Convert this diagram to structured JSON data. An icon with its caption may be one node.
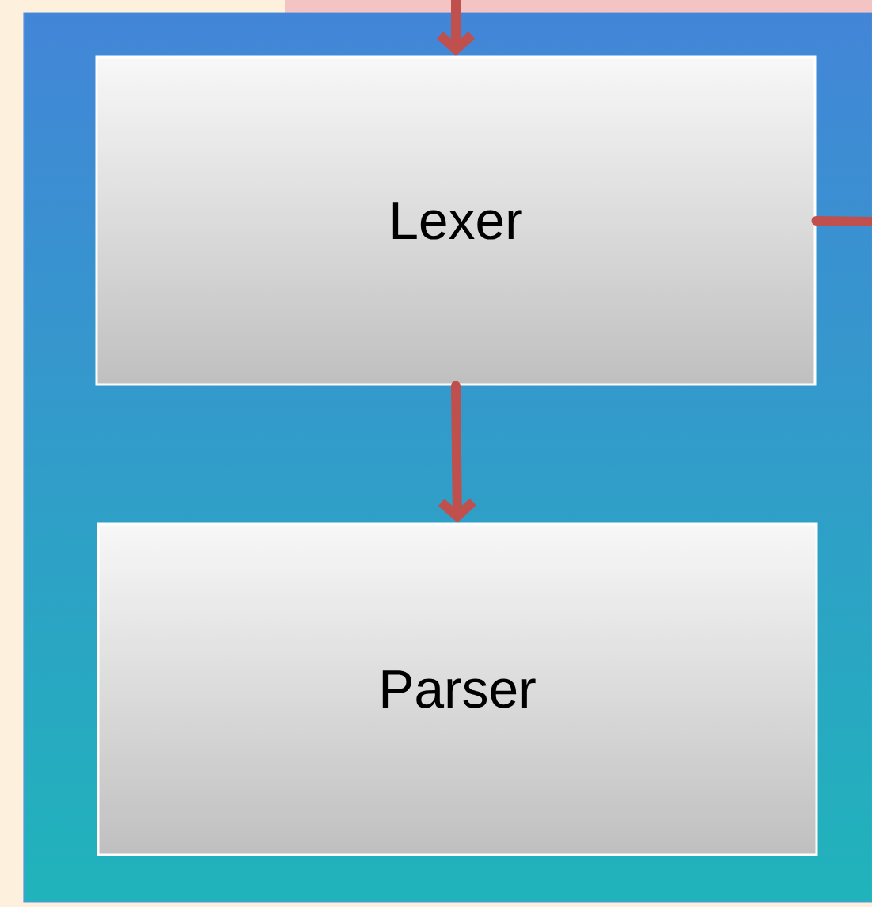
{
  "diagram": {
    "nodes": [
      {
        "text": [],
        "shape": "box"
      },
      {
        "text": [
          "Lexer"
        ],
        "in": 0
      },
      {
        "text": [
          "Parser"
        ],
        "in": 0
      }
    ],
    "edges": [
      {
        "from": null,
        "to": 1,
        "arrow": "to"
      },
      {
        "from": 1,
        "to": 2,
        "arrow": "to"
      },
      {
        "from": 1,
        "to": null,
        "arrow": "none"
      }
    ]
  }
}
